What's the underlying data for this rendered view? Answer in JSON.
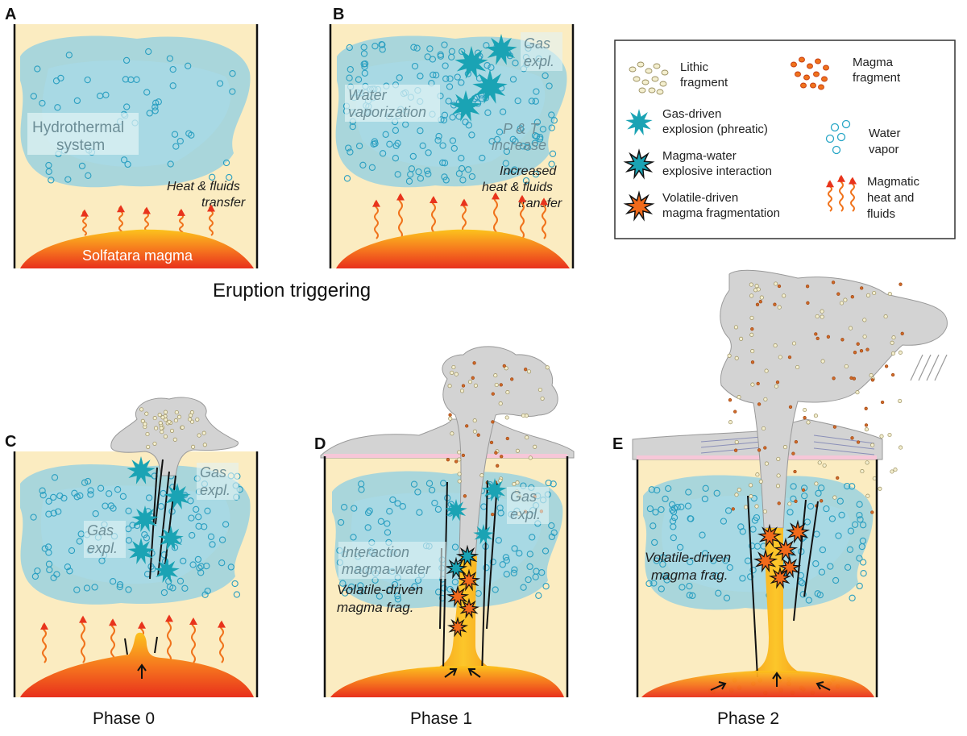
{
  "figure": {
    "row_title": "Eruption triggering",
    "panels": {
      "A": {
        "letter": "A",
        "hydro_1": "Hydrothermal",
        "hydro_2": "system",
        "heat_1": "Heat & fluids",
        "heat_2": "transfer",
        "magma": "Solfatara magma"
      },
      "B": {
        "letter": "B",
        "gas_1": "Gas",
        "gas_2": "expl.",
        "water_1": "Water",
        "water_2": "vaporization",
        "pt_1": "P & T",
        "pt_2": "increase",
        "heat_1": "Increased",
        "heat_2": "heat & fluids",
        "heat_3": "transfer"
      },
      "C": {
        "letter": "C",
        "gas_a1": "Gas",
        "gas_a2": "expl.",
        "gas_b1": "Gas",
        "gas_b2": "expl.",
        "caption": "Phase 0"
      },
      "D": {
        "letter": "D",
        "gas_1": "Gas",
        "gas_2": "expl.",
        "inter_1": "Interaction",
        "inter_2": "magma-water",
        "vol_1": "Volatile-driven",
        "vol_2": "magma frag.",
        "caption": "Phase 1"
      },
      "E": {
        "letter": "E",
        "vol_1": "Volatile-driven",
        "vol_2": "magma frag.",
        "caption": "Phase 2"
      }
    }
  },
  "legend": {
    "lithic_1": "Lithic",
    "lithic_2": "fragment",
    "magmaf_1": "Magma",
    "magmaf_2": "fragment",
    "gas_1": "Gas-driven",
    "gas_2": "explosion (phreatic)",
    "mw_1": "Magma-water",
    "mw_2": "explosive interaction",
    "vol_1": "Volatile-driven",
    "vol_2": "magma fragmentation",
    "vapor_1": "Water",
    "vapor_2": "vapor",
    "heat_1": "Magmatic",
    "heat_2": "heat and",
    "heat_3": "fluids"
  },
  "colors": {
    "background": "#fbecc1",
    "hydro": "#8ecfe3",
    "magma_dark": "#e8331d",
    "magma_light": "#fbbf1c",
    "plume": "#d3d3d3",
    "star_teal": "#1aa3b4",
    "star_orange": "#f16a1b"
  }
}
